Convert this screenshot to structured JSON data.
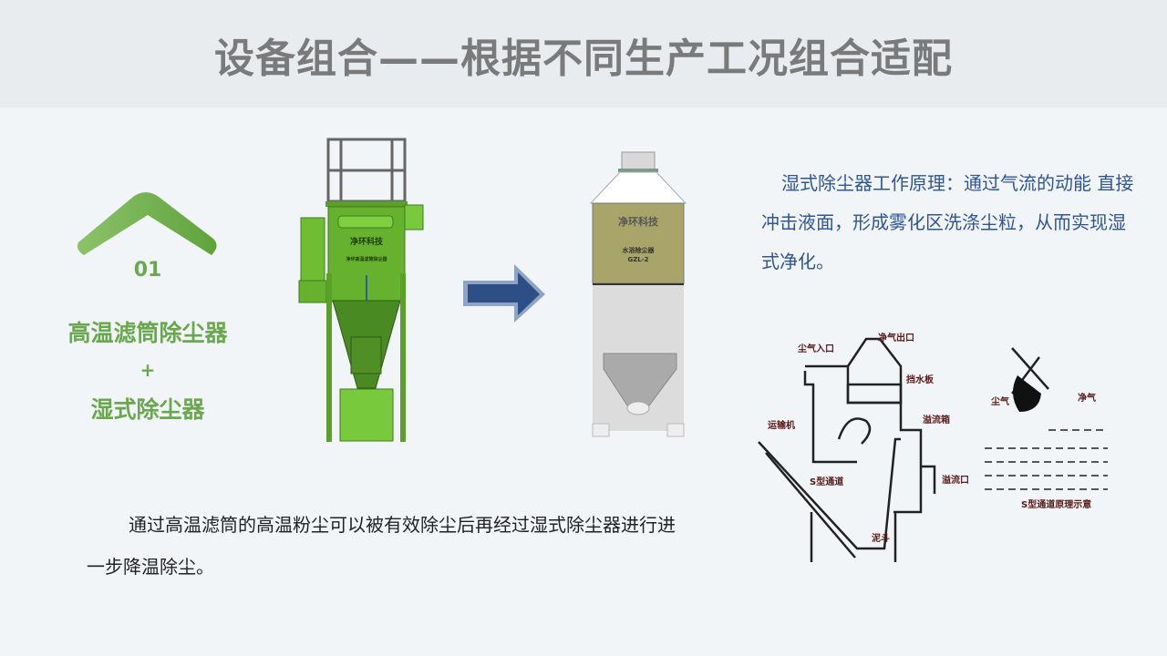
{
  "header": {
    "title": "设备组合——根据不同生产工况组合适配"
  },
  "left_panel": {
    "number": "01",
    "line1": "高温滤筒除尘器",
    "plus": "+",
    "line2": "湿式除尘器"
  },
  "machine_green": {
    "brand": "净环科技",
    "model_label": "净环高温滤筒除尘器"
  },
  "machine_gray": {
    "brand": "净环科技",
    "name": "水浴除尘器",
    "model": "GZL-2"
  },
  "principle_text": "湿式除尘器工作原理：通过气流的动能 直接冲击液面，形成雾化区洗涤尘粒，从而实现湿式净化。",
  "bottom_text": "通过高温滤筒的高温粉尘可以被有效除尘后再经过湿式除尘器进行进一步降温除尘。",
  "diagram": {
    "labels": {
      "dust_inlet": "尘气入口",
      "clean_outlet": "净气出口",
      "baffle": "挡水板",
      "overflow_box": "溢流箱",
      "conveyor": "运输机",
      "s_channel": "S型通道",
      "overflow_port": "溢流口",
      "mud_hopper": "泥斗",
      "dust_gas": "尘气",
      "clean_gas": "净气",
      "caption": "S型通道原理示意"
    }
  },
  "colors": {
    "accent_green": "#6aa84f",
    "arrow_blue": "#2e4f86",
    "text_blue": "#2f5597",
    "title_gray": "#7a7a7a"
  }
}
